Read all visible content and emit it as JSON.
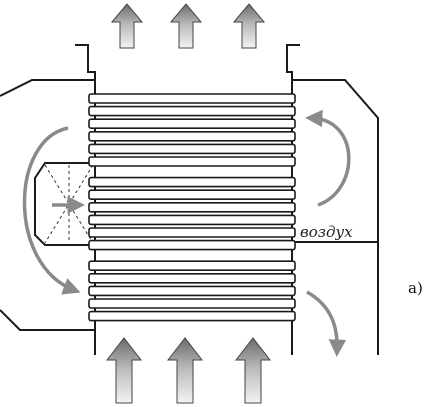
{
  "labels": {
    "air": "воздух",
    "part": "а)"
  },
  "colors": {
    "outline": "#1a1a1a",
    "flow_arrow": "#8a8a8a",
    "block_arrow_light": "#f2f2f2",
    "block_arrow_dark": "#6e6e6e",
    "tube_fill": "#ffffff"
  },
  "diagram": {
    "tube_count": 18,
    "inlet_arrow_count": 3,
    "outlet_arrow_count": 3
  }
}
